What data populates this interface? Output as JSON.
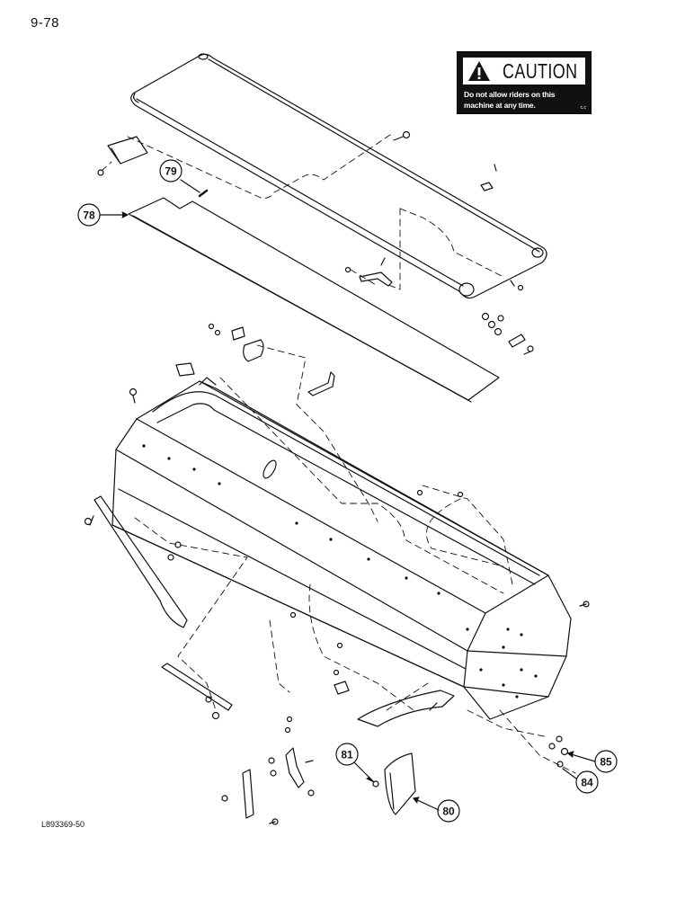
{
  "page": {
    "number": "9-78"
  },
  "caution_label": {
    "title": "CAUTION",
    "message": "Do not allow riders on this machine at any time.",
    "mark": "c.c"
  },
  "callouts": [
    {
      "id": "79",
      "label": "79"
    },
    {
      "id": "78",
      "label": "78"
    },
    {
      "id": "81",
      "label": "81"
    },
    {
      "id": "85",
      "label": "85"
    },
    {
      "id": "84",
      "label": "84"
    },
    {
      "id": "80",
      "label": "80"
    }
  ],
  "figure": {
    "id": "L893369-50"
  },
  "colors": {
    "line": "#111111",
    "background": "#ffffff"
  }
}
